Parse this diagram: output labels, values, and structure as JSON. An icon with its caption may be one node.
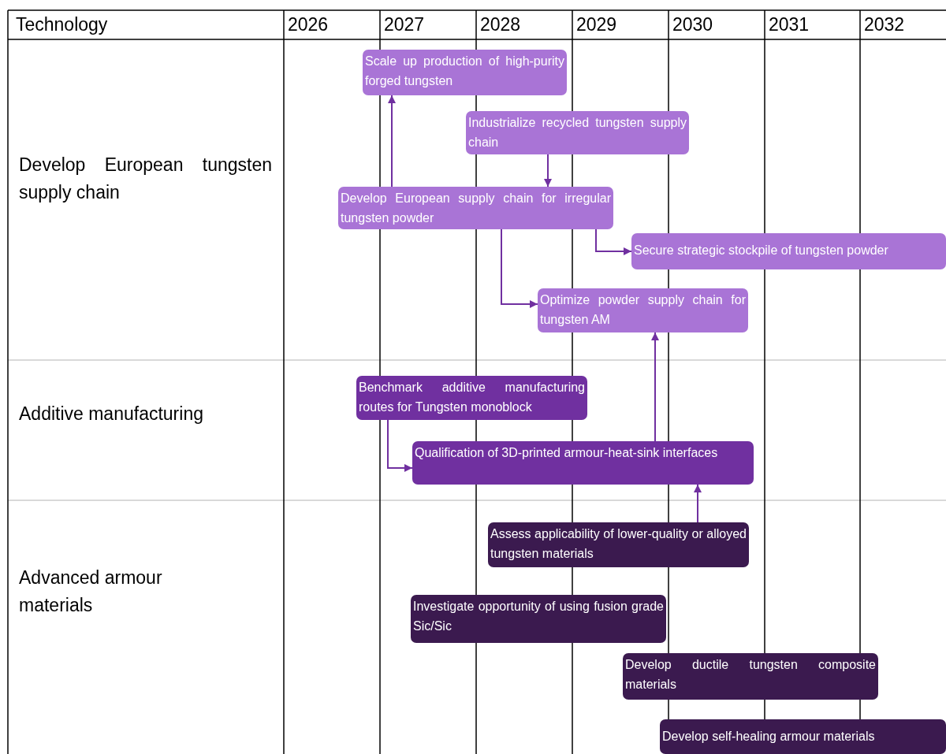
{
  "diagram": {
    "nodes": [
      {
        "text": [
          "Scale up production of high-purity forged tungsten"
        ]
      },
      {
        "text": [
          "Industrialize recycled tungsten supply chain"
        ]
      },
      {
        "text": [
          "Develop European supply chain for irregular tungsten powder"
        ]
      },
      {
        "text": [
          "Secure strategic stockpile of tungsten powder"
        ]
      },
      {
        "text": [
          "Optimize powder supply chain for tungsten AM"
        ]
      },
      {
        "text": [
          "Benchmark additive manufacturing routes for Tungsten monoblock"
        ]
      },
      {
        "text": [
          "Qualification of 3D-printed armour-heat-sink interfaces"
        ]
      },
      {
        "text": [
          "Assess applicability of lower-quality or alloyed tungsten materials"
        ]
      },
      {
        "text": [
          "Investigate opportunity of using fusion grade Sic/Sic"
        ]
      },
      {
        "text": [
          "Develop ductile tungsten composite materials"
        ]
      },
      {
        "text": [
          "Develop self-healing armour materials"
        ]
      }
    ],
    "edges": [
      {
        "from": 2,
        "to": 0,
        "arrow": "to"
      },
      {
        "from": 1,
        "to": 2,
        "arrow": "to"
      },
      {
        "from": 2,
        "to": 3,
        "arrow": "to"
      },
      {
        "from": 2,
        "to": 4,
        "arrow": "to"
      },
      {
        "from": 6,
        "to": 4,
        "arrow": "to"
      },
      {
        "from": 5,
        "to": 6,
        "arrow": "to"
      },
      {
        "from": 7,
        "to": 6,
        "arrow": "to"
      }
    ],
    "labels": [
      "Technology",
      "2026",
      "2027",
      "2028",
      "2029",
      "2030",
      "2031",
      "2032",
      "Develop European tungsten supply chain",
      "Additive manufacturing",
      "Advanced armour materials"
    ]
  }
}
